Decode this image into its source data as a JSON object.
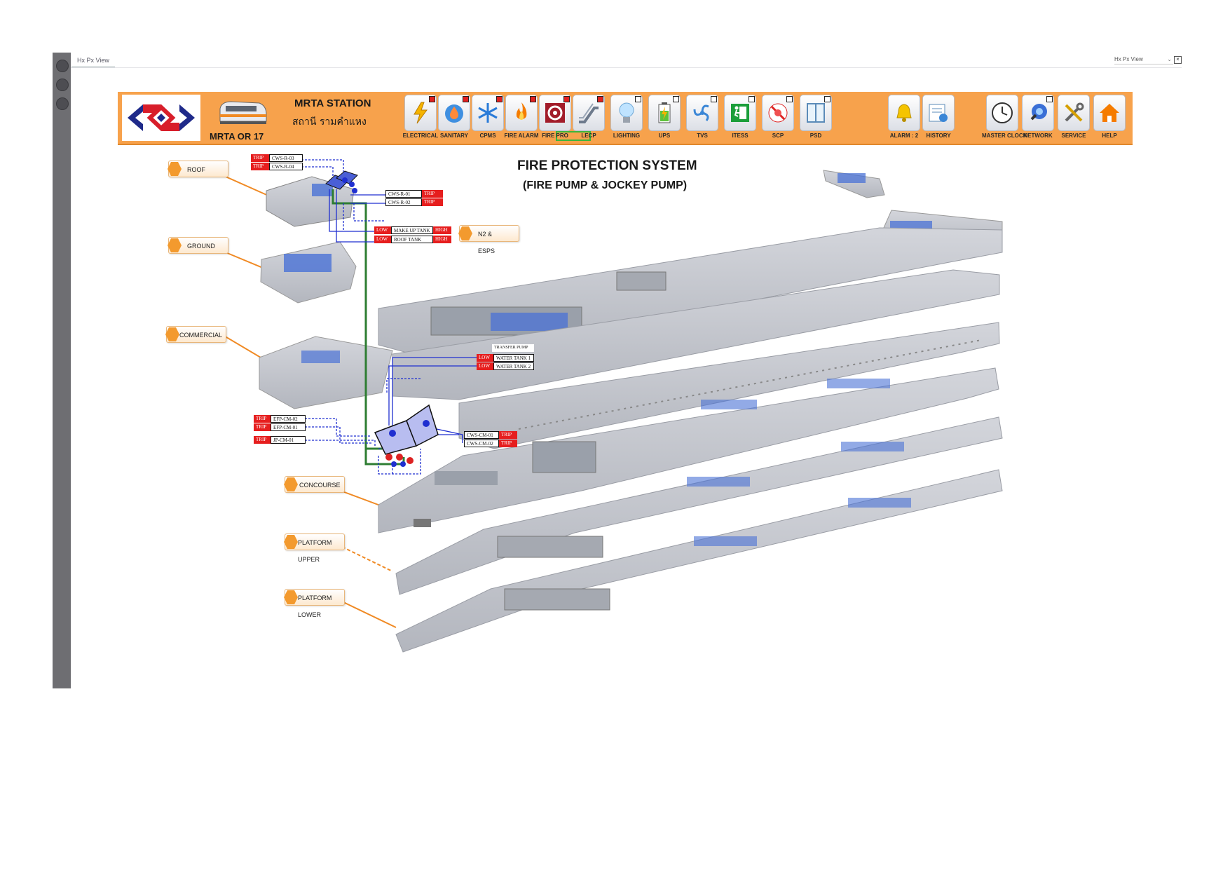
{
  "window": {
    "tab_label": "Hx Px View",
    "view_select": "Hx Px View",
    "close": "×"
  },
  "header": {
    "station_title": "MRTA STATION",
    "station_thai": "สถานี รามคำแหง",
    "station_code": "MRTA OR 17",
    "active_system": "FIRE PRO",
    "nav": [
      {
        "label": "ELECTRICAL",
        "icon": "lightning-icon",
        "alarm": true
      },
      {
        "label": "SANITARY",
        "icon": "water-drop-icon",
        "alarm": true
      },
      {
        "label": "CPMS",
        "icon": "snowflake-icon",
        "alarm": true
      },
      {
        "label": "FIRE ALARM",
        "icon": "flame-icon",
        "alarm": true
      },
      {
        "label": "FIRE PRO",
        "icon": "fire-hose-icon",
        "alarm": true
      },
      {
        "label": "LECP",
        "icon": "escalator-icon",
        "alarm": true
      },
      {
        "label": "LIGHTING",
        "icon": "light-bulb-icon",
        "alarm": false
      },
      {
        "label": "UPS",
        "icon": "battery-icon",
        "alarm": false
      },
      {
        "label": "TVS",
        "icon": "fan-icon",
        "alarm": false
      },
      {
        "label": "ITESS",
        "icon": "exit-sign-icon",
        "alarm": false
      },
      {
        "label": "SCP",
        "icon": "no-smoke-fan-icon",
        "alarm": false
      },
      {
        "label": "PSD",
        "icon": "platform-door-icon",
        "alarm": false
      },
      {
        "label": "ALARM : 2",
        "icon": "bell-icon",
        "alarm": false
      },
      {
        "label": "HISTORY",
        "icon": "history-icon",
        "alarm": false
      },
      {
        "label": "MASTER CLOCK",
        "icon": "clock-icon",
        "alarm": false
      },
      {
        "label": "NETWORK",
        "icon": "network-icon",
        "alarm": false
      },
      {
        "label": "SERVICE",
        "icon": "tools-icon",
        "alarm": false
      },
      {
        "label": "HELP",
        "icon": "home-icon",
        "alarm": false
      }
    ]
  },
  "page": {
    "title": "FIRE PROTECTION SYSTEM",
    "subtitle": "(FIRE PUMP & JOCKEY PUMP)"
  },
  "floors": [
    "ROOF",
    "GROUND",
    "COMMERCIAL",
    "CONCOURSE",
    "PLATFORM UPPER",
    "PLATFORM LOWER"
  ],
  "n2_esps": "N2 & ESPS",
  "status": {
    "trip": "TRIP",
    "low": "LOW",
    "high": "HIGH",
    "cws_r_03": "CWS-R-03",
    "cws_r_04": "CWS-R-04",
    "cws_r_01": "CWS-R-01",
    "cws_r_02": "CWS-R-02",
    "makeup_tank": "MAKE UP TANK",
    "roof_tank": "ROOF TANK",
    "transfer_pump": "TRANSFER PUMP",
    "water_tank_1": "WATER TANK 1",
    "water_tank_2": "WATER TANK 2",
    "efp_cm_02": "EFP-CM-02",
    "efp_cm_01": "EFP-CM-01",
    "jp_cm_01": "JP-CM-01",
    "cws_cm_01": "CWS-CM-01",
    "cws_cm_02": "CWS-CM-02"
  },
  "colors": {
    "header": "#f7a24c",
    "alarm": "#e61e1e",
    "pipe": "#2e7d32",
    "signal": "#1f2fd0",
    "slab": "#c3c6cd"
  }
}
